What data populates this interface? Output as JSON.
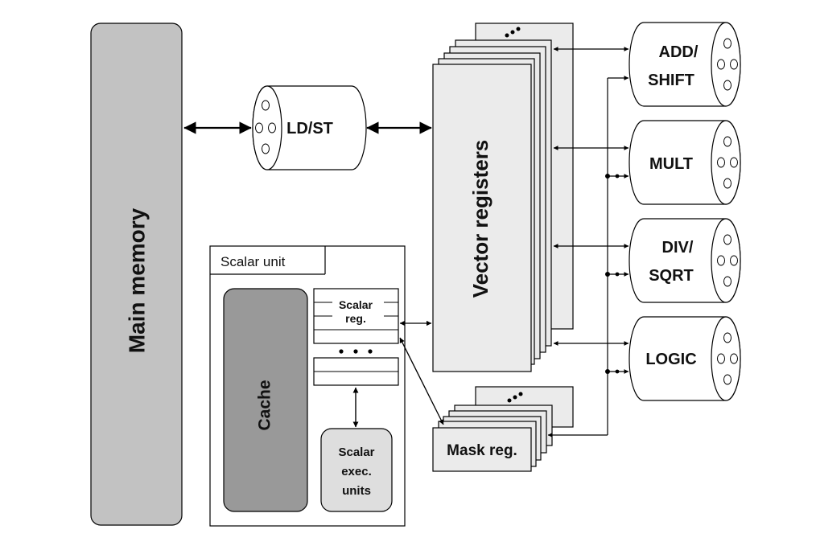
{
  "labels": {
    "main_memory": "Main memory",
    "ldst": "LD/ST",
    "scalar_unit": "Scalar unit",
    "cache": "Cache",
    "scalar_reg_line1": "Scalar",
    "scalar_reg_line2": "reg.",
    "scalar_exec_line1": "Scalar",
    "scalar_exec_line2": "exec.",
    "scalar_exec_line3": "units",
    "vector_registers": "Vector registers",
    "mask_reg": "Mask reg.",
    "add_shift_line1": "ADD/",
    "add_shift_line2": "SHIFT",
    "mult": "MULT",
    "div_sqrt_line1": "DIV/",
    "div_sqrt_line2": "SQRT",
    "logic": "LOGIC"
  },
  "colors": {
    "main_memory_fill": "#c2c2c2",
    "cache_fill": "#999999",
    "scalar_exec_fill": "#dedede",
    "register_fill": "#ebebeb",
    "line": "#000000"
  }
}
